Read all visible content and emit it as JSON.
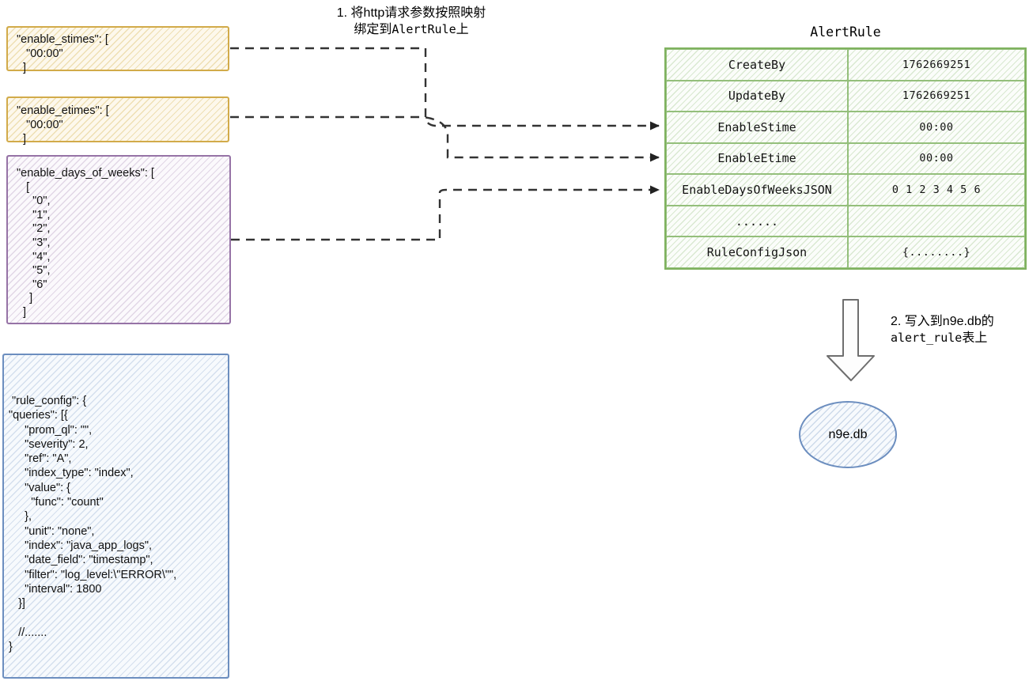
{
  "annotation1": {
    "line1": "1. 将http请求参数按照映射",
    "line2_pre": "绑定到",
    "line2_code": "AlertRule",
    "line2_post": "上"
  },
  "annotation2": {
    "line1": "2. 写入到n9e.db的",
    "line2_code": "alert_rule",
    "line2_post": "表上"
  },
  "json_boxes": {
    "enable_stimes": {
      "color": "#d6b656",
      "text": "\"enable_stimes\": [\n   \"00:00\"\n  ]"
    },
    "enable_etimes": {
      "color": "#d6b656",
      "text": "\"enable_etimes\": [\n   \"00:00\"\n  ]"
    },
    "enable_days_of_weeks": {
      "color": "#9673a6",
      "text": "\"enable_days_of_weeks\": [\n   [\n     \"0\",\n     \"1\",\n     \"2\",\n     \"3\",\n     \"4\",\n     \"5\",\n     \"6\"\n    ]\n  ]"
    },
    "rule_config": {
      "color": "#6c8ebf",
      "text": " \"rule_config\": {\n\"queries\": [{\n     \"prom_ql\": \"\",\n     \"severity\": 2,\n     \"ref\": \"A\",\n     \"index_type\": \"index\",\n     \"value\": {\n       \"func\": \"count\"\n     },\n     \"unit\": \"none\",\n     \"index\": \"java_app_logs\",\n     \"date_field\": \"timestamp\",\n     \"filter\": \"log_level:\\\"ERROR\\\"\",\n     \"interval\": 1800\n   }]\n\n   //.......\n}"
    }
  },
  "table": {
    "title": "AlertRule",
    "color": "#82b366",
    "rows": [
      {
        "field": "CreateBy",
        "value": "1762669251"
      },
      {
        "field": "UpdateBy",
        "value": "1762669251"
      },
      {
        "field": "EnableStime",
        "value": "00:00"
      },
      {
        "field": "EnableEtime",
        "value": "00:00"
      },
      {
        "field": "EnableDaysOfWeeksJSON",
        "value": "0 1 2 3 4 5 6"
      },
      {
        "field": "......",
        "value": ""
      },
      {
        "field": "RuleConfigJson",
        "value": "{........}"
      }
    ]
  },
  "database": {
    "label": "n9e.db",
    "color": "#6c8ebf"
  },
  "connectors": {
    "color": "#333333",
    "style": "dashed-arrow",
    "links": [
      {
        "from": "enable_stimes-box",
        "to": "EnableStime-row"
      },
      {
        "from": "enable_etimes-box",
        "to": "EnableEtime-row"
      },
      {
        "from": "enable_days_of_weeks-box",
        "to": "EnableDaysOfWeeksJSON-row"
      }
    ]
  }
}
